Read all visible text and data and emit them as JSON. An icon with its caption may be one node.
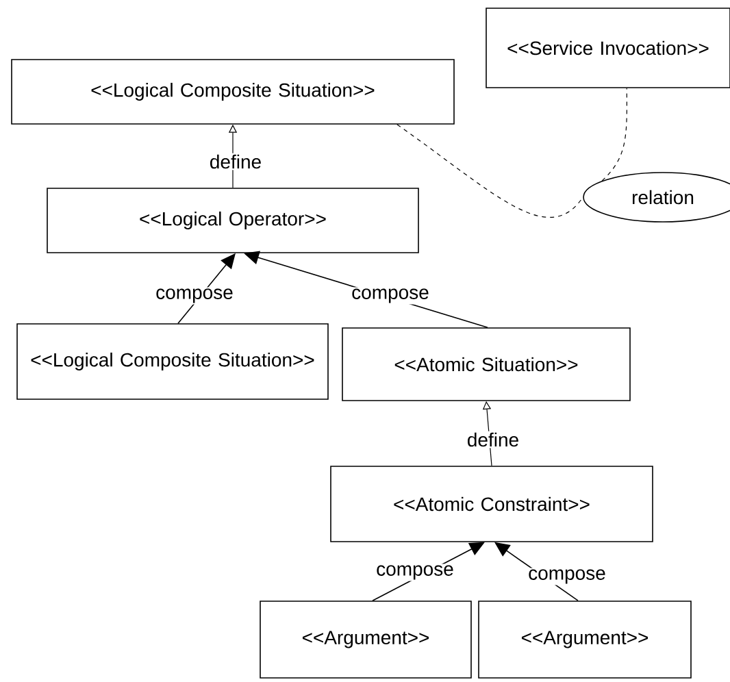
{
  "diagram": {
    "nodes": [
      {
        "text": [
          "<<Logical Composite Situation>>"
        ]
      },
      {
        "text": [
          "<<Service Invocation>>"
        ]
      },
      {
        "text": [
          "<<Logical Operator>>"
        ]
      },
      {
        "text": [
          "relation"
        ]
      },
      {
        "text": [
          "<<Logical Composite Situation>>"
        ]
      },
      {
        "text": [
          "<<Atomic Situation>>"
        ]
      },
      {
        "text": [
          "<<Atomic Constraint>>"
        ]
      },
      {
        "text": [
          "<<Argument>>"
        ]
      },
      {
        "text": [
          "<<Argument>>"
        ]
      }
    ],
    "edges": [
      {
        "from": 2,
        "to": 0,
        "arrow": "to",
        "label": "define"
      },
      {
        "from": 0,
        "to": 3,
        "arrow": "none",
        "style": "dashed"
      },
      {
        "from": 3,
        "to": 1,
        "arrow": "none",
        "style": "dashed"
      },
      {
        "from": 4,
        "to": 2,
        "arrow": "to",
        "label": "compose"
      },
      {
        "from": 5,
        "to": 2,
        "arrow": "to",
        "label": "compose"
      },
      {
        "from": 6,
        "to": 5,
        "arrow": "to",
        "label": "define"
      },
      {
        "from": 7,
        "to": 6,
        "arrow": "to",
        "label": "compose"
      },
      {
        "from": 8,
        "to": 6,
        "arrow": "to",
        "label": "compose"
      }
    ]
  }
}
